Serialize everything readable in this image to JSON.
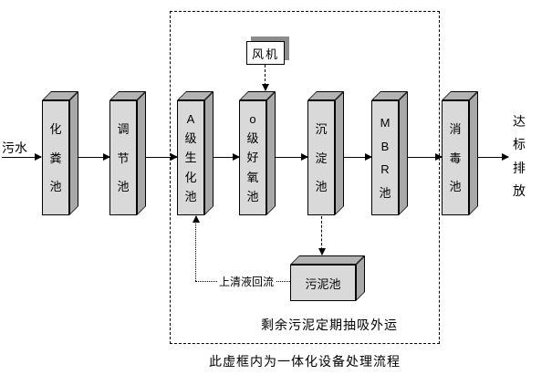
{
  "diagram": {
    "inflow_label": "污水",
    "outflow_label": "达标排放",
    "tanks": [
      {
        "name": "septic-tank",
        "label": "化粪池"
      },
      {
        "name": "regulating-tank",
        "label": "调节池"
      },
      {
        "name": "a-stage-biochemical-tank",
        "label": "A级生化池"
      },
      {
        "name": "o-stage-aerobic-tank",
        "label": "o级好氧池"
      },
      {
        "name": "sedimentation-tank",
        "label": "沉淀池"
      },
      {
        "name": "mbr-tank",
        "label": "MBR池"
      },
      {
        "name": "disinfection-tank",
        "label": "消毒池"
      }
    ],
    "fan_label": "风机",
    "sludge_tank_label": "污泥池",
    "supernatant_return_label": "上清液回流",
    "sludge_removal_note": "剩余污泥定期抽吸外运",
    "frame_caption": "此虚框内为一体化设备处理流程",
    "colors": {
      "tank_front": "#d9d9d9",
      "tank_top": "#b3b3b3",
      "tank_side": "#a9a9a9",
      "fan_shadow": "#8c8c8c",
      "outline": "#000000"
    }
  }
}
